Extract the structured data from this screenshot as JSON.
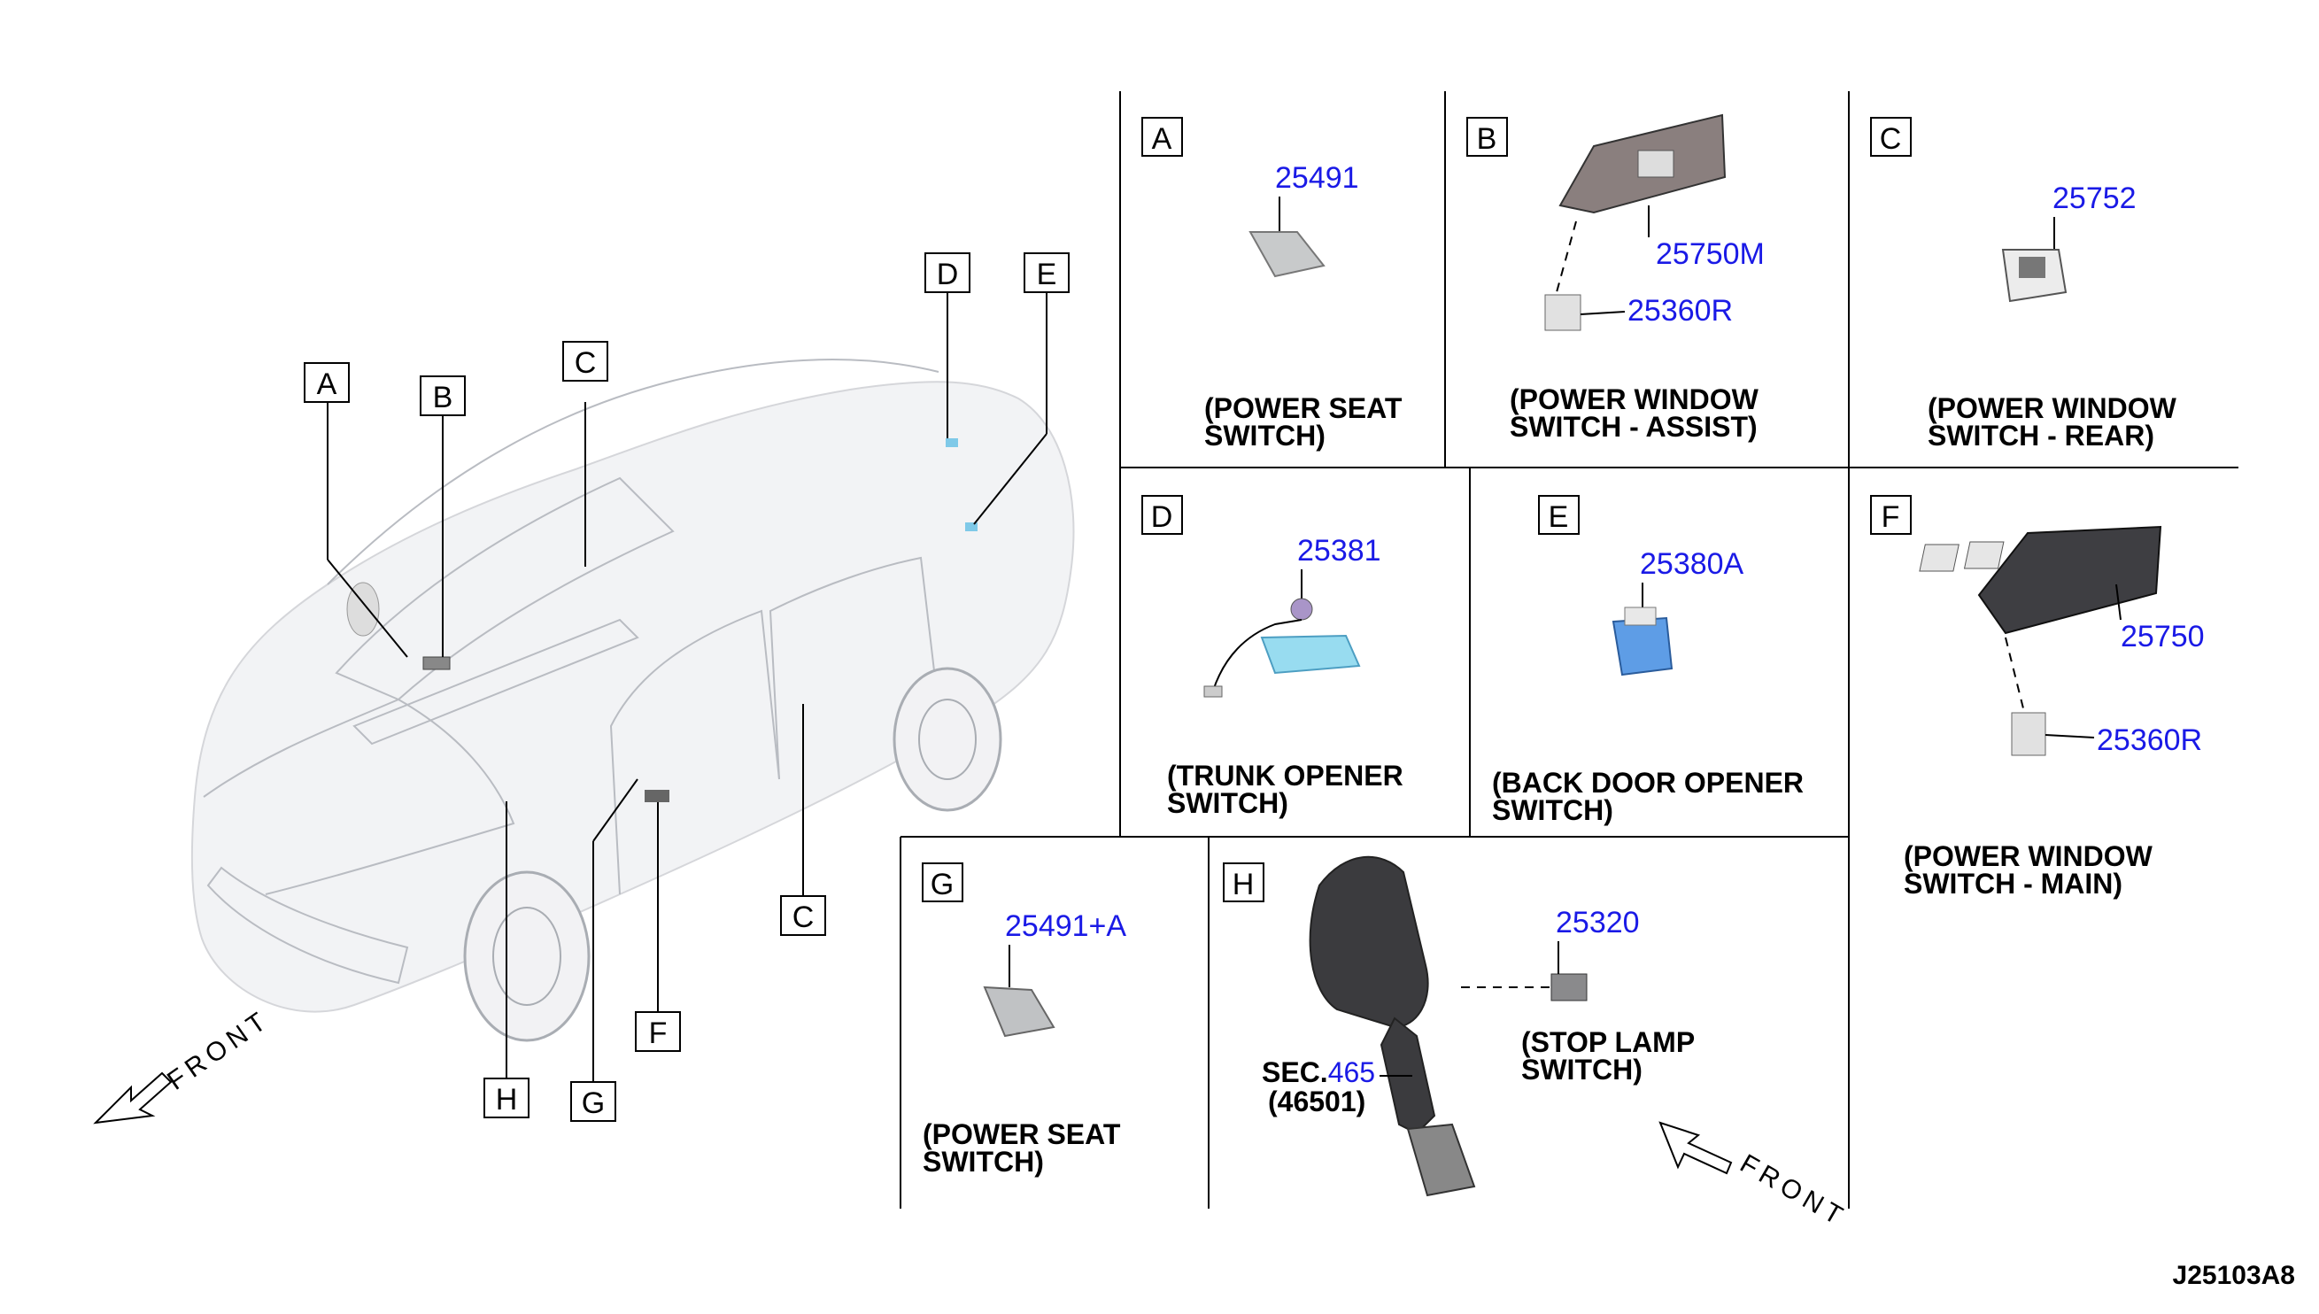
{
  "diagram_code": "J25103A8",
  "front_label": "FRONT",
  "car_view": {
    "callouts": [
      "A",
      "B",
      "C",
      "D",
      "E",
      "C",
      "F",
      "G",
      "H"
    ]
  },
  "panels": {
    "A": {
      "letter": "A",
      "part": "25491",
      "caption": [
        "(POWER SEAT",
        "SWITCH)"
      ]
    },
    "B": {
      "letter": "B",
      "parts": [
        "25750M",
        "25360R"
      ],
      "caption": [
        "(POWER WINDOW",
        "SWITCH - ASSIST)"
      ]
    },
    "C": {
      "letter": "C",
      "part": "25752",
      "caption": [
        "(POWER WINDOW",
        "SWITCH - REAR)"
      ]
    },
    "D": {
      "letter": "D",
      "part": "25381",
      "caption": [
        "(TRUNK OPENER",
        "SWITCH)"
      ]
    },
    "E": {
      "letter": "E",
      "part": "25380A",
      "caption": [
        "(BACK DOOR OPENER",
        "SWITCH)"
      ]
    },
    "F": {
      "letter": "F",
      "parts": [
        "25750",
        "25360R"
      ],
      "caption": [
        "(POWER WINDOW",
        "SWITCH - MAIN)"
      ]
    },
    "G": {
      "letter": "G",
      "part": "25491+A",
      "caption": [
        "(POWER SEAT",
        "SWITCH)"
      ]
    },
    "H": {
      "letter": "H",
      "part": "25320",
      "caption": [
        "(STOP LAMP",
        "SWITCH)"
      ],
      "sec_prefix": "SEC.",
      "sec_num": "465",
      "sec_sub": "(46501)"
    }
  },
  "colors": {
    "part_number": "#1a1ae6",
    "line": "#000000",
    "accent_part": "#7fc9e8"
  }
}
